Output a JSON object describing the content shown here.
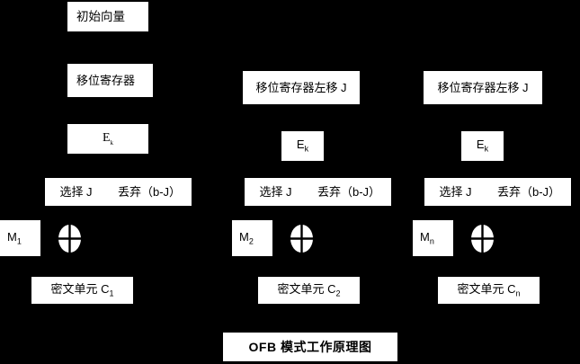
{
  "diagram": {
    "title": "OFB 模式工作原理图",
    "background_color": "#000000",
    "box_color": "#ffffff",
    "text_color": "#000000",
    "initial_vector": "初始向量",
    "columns": [
      {
        "shift_register": "移位寄存器",
        "cipher": "E",
        "cipher_sub": "k",
        "select": "选择 J",
        "discard": "丢弃（b-J）",
        "message": "M",
        "message_sub": "1",
        "xor": "xor-symbol",
        "ciphertext": "密文单元 C",
        "ciphertext_sub": "1"
      },
      {
        "shift_register": "移位寄存器左移 J",
        "cipher": "E",
        "cipher_sub": "k",
        "select": "选择 J",
        "discard": "丢弃（b-J）",
        "message": "M",
        "message_sub": "2",
        "xor": "xor-symbol",
        "ciphertext": "密文单元 C",
        "ciphertext_sub": "2"
      },
      {
        "shift_register": "移位寄存器左移 J",
        "cipher": "E",
        "cipher_sub": "k",
        "select": "选择 J",
        "discard": "丢弃（b-J）",
        "message": "M",
        "message_sub": "n",
        "xor": "xor-symbol",
        "ciphertext": "密文单元 C",
        "ciphertext_sub": "n"
      }
    ]
  }
}
